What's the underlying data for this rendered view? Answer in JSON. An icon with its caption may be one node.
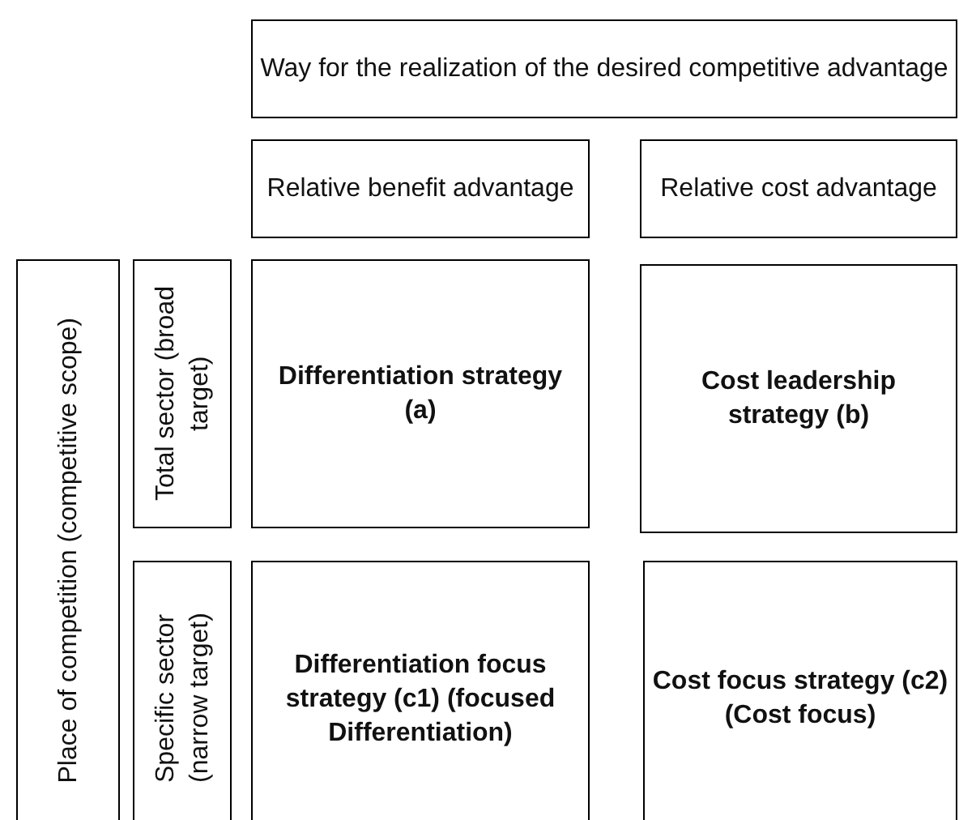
{
  "diagram": {
    "nodes": [
      {
        "text": [
          "Way for the realization of the desired competitive advantage"
        ]
      },
      {
        "text": [
          "Relative benefit advantage"
        ]
      },
      {
        "text": [
          "Relative cost advantage"
        ]
      },
      {
        "text": [
          "Place of competition (competitive scope)"
        ]
      },
      {
        "text": [
          "Total sector (broad target)"
        ]
      },
      {
        "text": [
          "Differentiation strategy (a)"
        ]
      },
      {
        "text": [
          "Cost leadership strategy (b)"
        ]
      },
      {
        "text": [
          "Specific sector (narrow target)"
        ]
      },
      {
        "text": [
          "Differentiation focus strategy (c1) (focused Differentiation)"
        ]
      },
      {
        "text": [
          "Cost focus strategy (c2) (Cost focus)"
        ]
      }
    ]
  }
}
